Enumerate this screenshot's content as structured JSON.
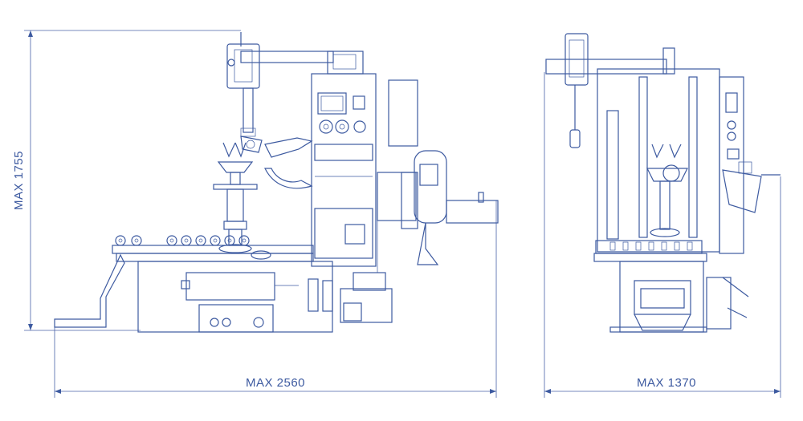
{
  "dimensions": {
    "height_label": "MAX 1755",
    "width_side_label": "MAX 2560",
    "width_front_label": "MAX 1370"
  },
  "colors": {
    "line": "#3d5aa0",
    "background": "#ffffff"
  }
}
